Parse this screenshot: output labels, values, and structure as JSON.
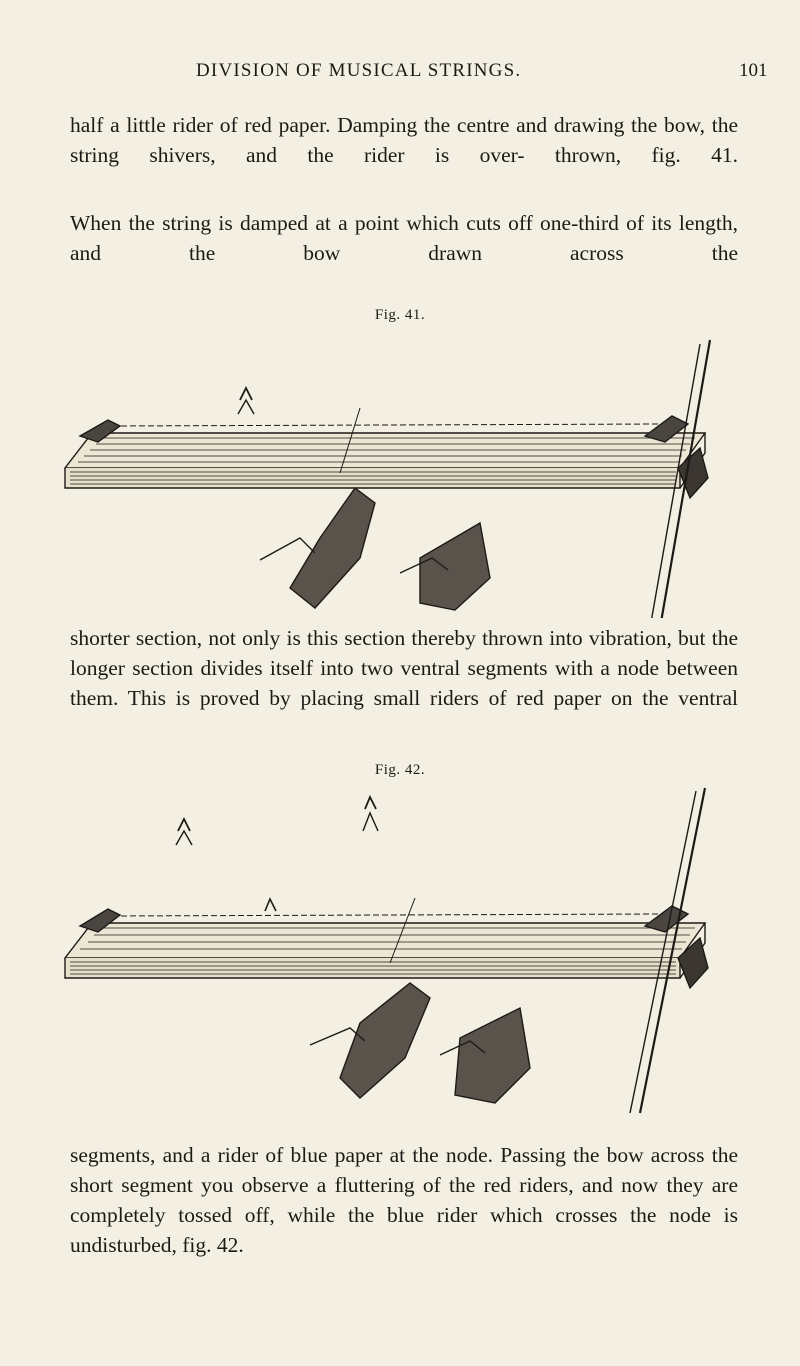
{
  "header": {
    "running_title": "DIVISION OF MUSICAL STRINGS.",
    "page_number": "101"
  },
  "paragraphs": {
    "p1": "half a little rider of red paper. Damping the centre and drawing the bow, the string shivers, and the rider is over- thrown, fig. 41.",
    "p2": "When the string is damped at a point which cuts off one-third of its length, and the bow drawn across the",
    "p3": "shorter section, not only is this section thereby thrown into vibration, but the longer section divides itself into two ventral segments with a node between them. This is proved by placing small riders of red paper on the ventral",
    "p4": "segments, and a rider of blue paper at the node. Passing the bow across the short segment you observe a fluttering of the red riders, and now they are completely tossed off, while the blue rider which crosses the node is undisturbed, fig. 42."
  },
  "figures": {
    "fig41": {
      "caption": "Fig. 41."
    },
    "fig42": {
      "caption": "Fig. 42."
    }
  },
  "colors": {
    "paper": "#f3efe3",
    "ink": "#1d1a16"
  }
}
